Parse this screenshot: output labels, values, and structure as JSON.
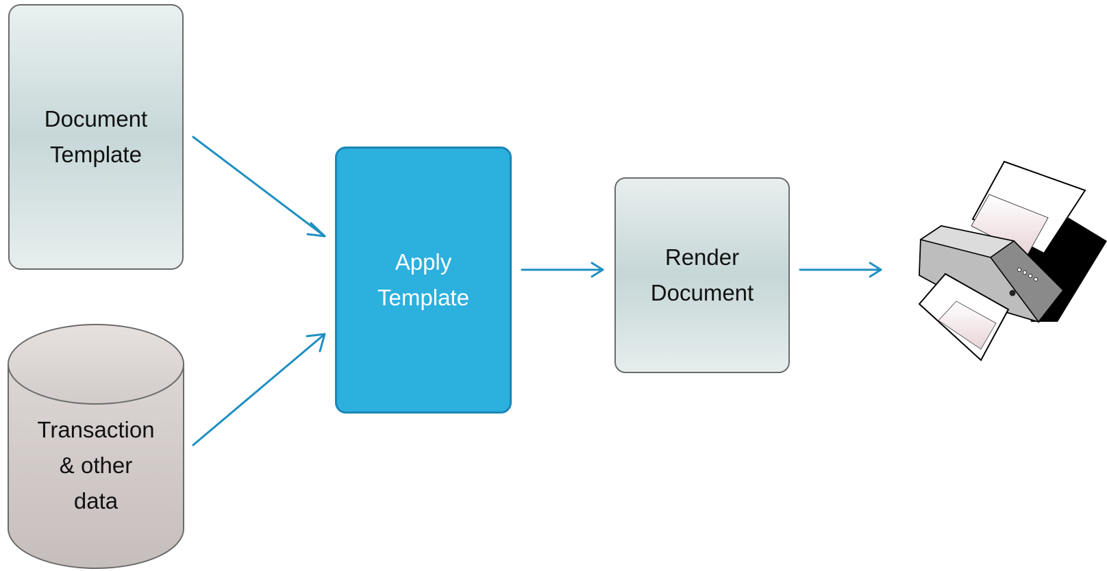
{
  "nodes": {
    "document_template": {
      "line1": "Document",
      "line2": "Template"
    },
    "transaction_data": {
      "line1": "Transaction",
      "line2": "& other",
      "line3": "data"
    },
    "apply_template": {
      "line1": "Apply",
      "line2": "Template"
    },
    "render_document": {
      "line1": "Render",
      "line2": "Document"
    }
  },
  "icons": {
    "output": "printer-icon"
  },
  "colors": {
    "arrow": "#1e8fc0",
    "apply_fill": "#2cb0de",
    "apply_border": "#1a86b8",
    "box_border": "#6a6a6a",
    "database_fill": "#cbc4c2"
  }
}
